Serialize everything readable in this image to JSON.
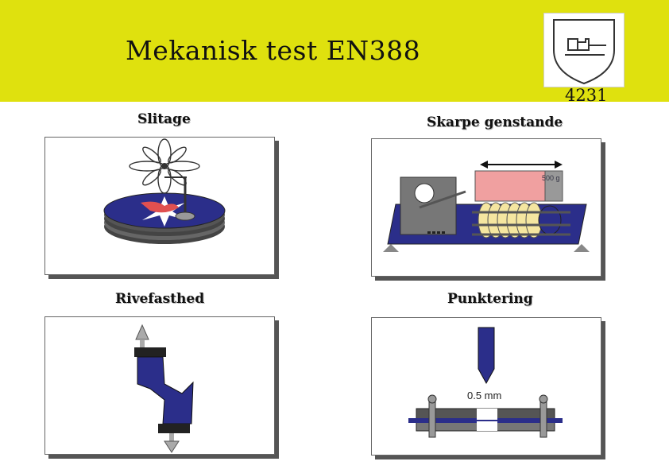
{
  "header": {
    "title": "Mekanisk test EN388",
    "code": "4231",
    "logo_icon": "glove-hammer-shield-icon"
  },
  "panels": [
    {
      "caption": "Slitage",
      "icon": "abrasion-test-icon"
    },
    {
      "caption": "Skarpe genstande",
      "icon": "blade-cut-test-icon",
      "label": "500 g"
    },
    {
      "caption": "Rivefasthed",
      "icon": "tear-test-icon"
    },
    {
      "caption": "Punktering",
      "icon": "puncture-test-icon",
      "label": "0.5 mm"
    }
  ],
  "colors": {
    "banner": "#dfe10e",
    "blue": "#2b2e8a",
    "red": "#e05050"
  }
}
